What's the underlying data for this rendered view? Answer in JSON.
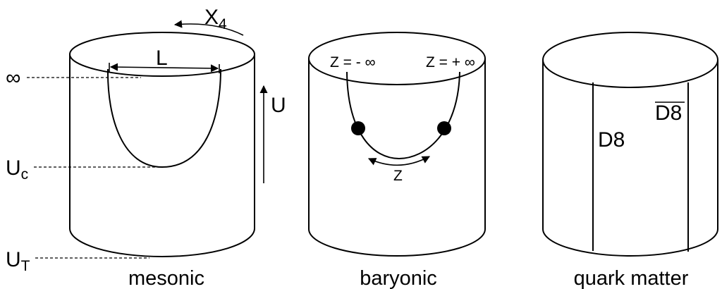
{
  "left_axis": {
    "infinity": "∞",
    "uc_main": "U",
    "uc_sub": "c",
    "ut_main": "U",
    "ut_sub": "T"
  },
  "mesonic": {
    "caption": "mesonic",
    "x4_main": "X",
    "x4_sub": "4",
    "length_label": "L",
    "u_label": "U"
  },
  "baryonic": {
    "caption": "baryonic",
    "z_minus_inf": "Z = - ∞",
    "z_plus_inf": "Z = + ∞",
    "z_label": "Z"
  },
  "quark_matter": {
    "caption": "quark matter",
    "d8_label": "D8",
    "d8_bar_label": "D8"
  }
}
